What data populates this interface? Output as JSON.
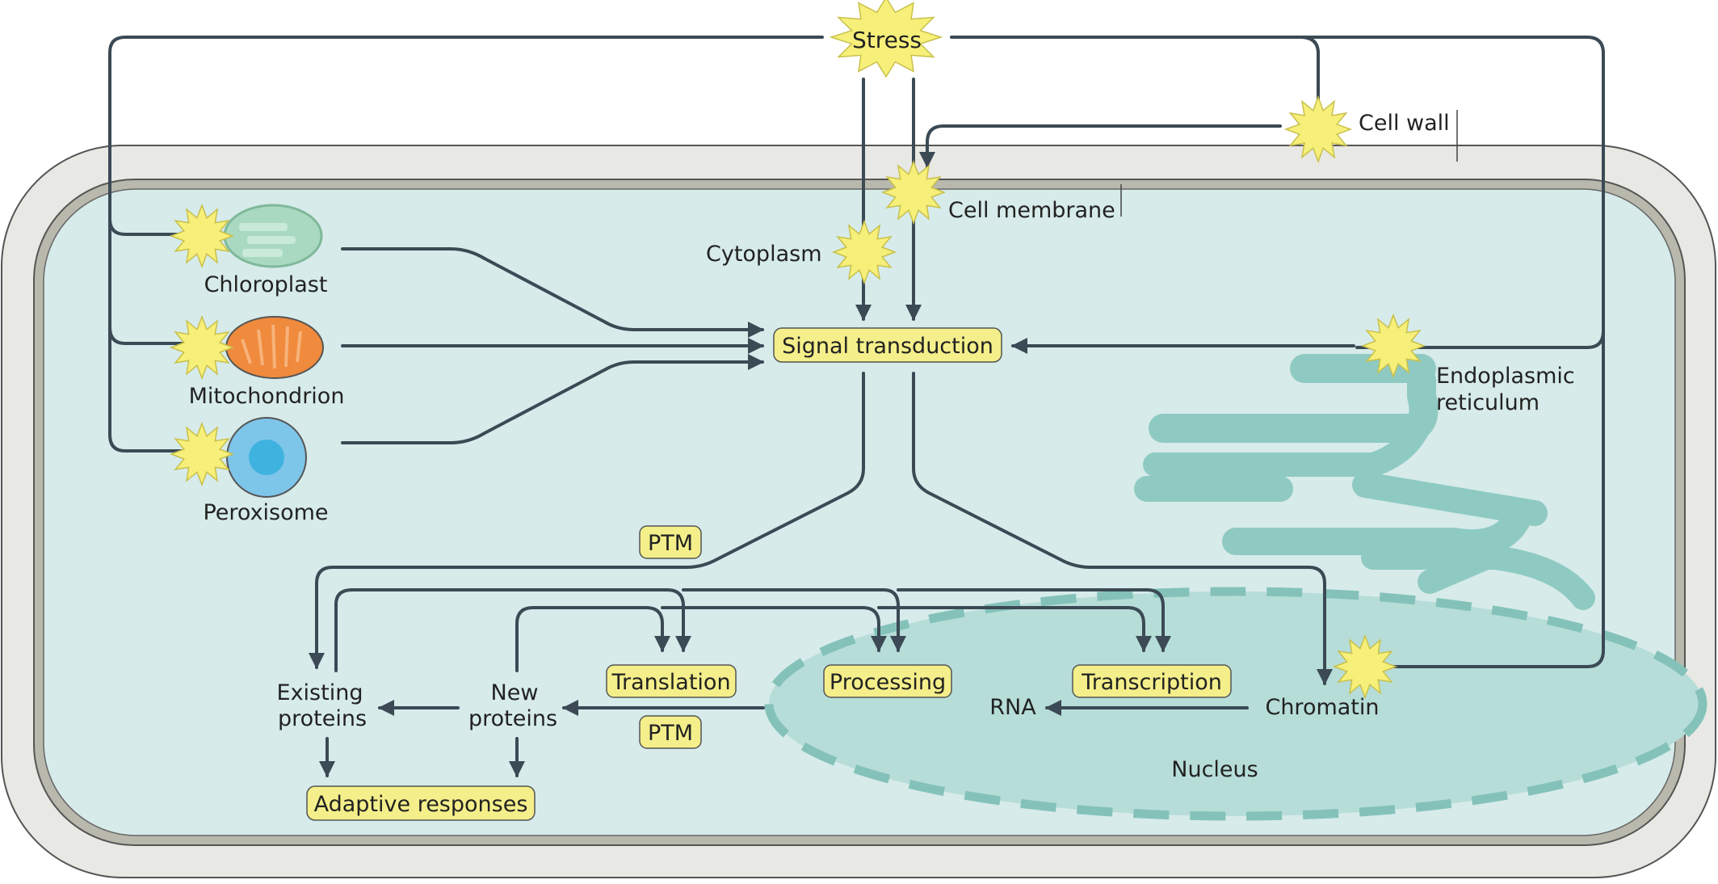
{
  "labels": {
    "stress": "Stress",
    "cell_wall": "Cell wall",
    "cell_membrane": "Cell membrane",
    "cytoplasm": "Cytoplasm",
    "chloroplast": "Chloroplast",
    "mitochondrion": "Mitochondrion",
    "peroxisome": "Peroxisome",
    "signal_transduction": "Signal transduction",
    "endoplasmic_reticulum_1": "Endoplasmic",
    "endoplasmic_reticulum_2": "reticulum",
    "ptm_top": "PTM",
    "ptm_bottom": "PTM",
    "translation": "Translation",
    "processing": "Processing",
    "transcription": "Transcription",
    "existing_proteins_1": "Existing",
    "existing_proteins_2": "proteins",
    "new_proteins_1": "New",
    "new_proteins_2": "proteins",
    "rna": "RNA",
    "chromatin": "Chromatin",
    "nucleus": "Nucleus",
    "adaptive_responses": "Adaptive responses"
  },
  "colors": {
    "cell_wall_fill": "#e8e8e4",
    "membrane_fill": "#b9b8ad",
    "cytoplasm_fill": "#d6ebea",
    "nucleus_fill": "#b7ddd8",
    "er_fill": "#8fcac2",
    "arrow": "#3b4a55",
    "badge_fill": "#f4ef8a",
    "stress_fill": "#f6f07a",
    "chloroplast": "#a9d9c1",
    "mitochondrion": "#f08a3c",
    "peroxisome": "#7ec5ea"
  }
}
